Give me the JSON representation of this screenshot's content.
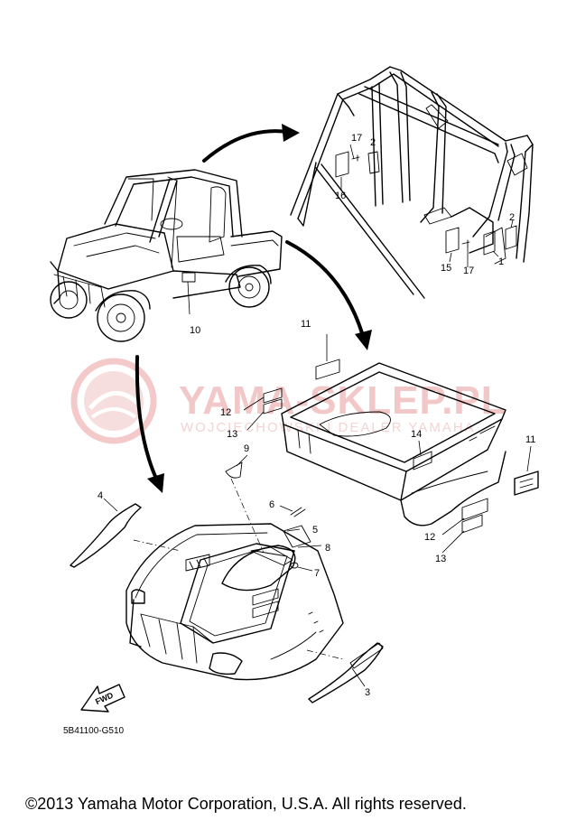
{
  "watermark": {
    "title": "YAMA-SKLEP.PL",
    "subtitle": "WOJCIECHOWSKI I DEALER YAMAHA"
  },
  "callouts": {
    "c1": "1",
    "c2a": "2",
    "c2b": "2",
    "c3": "3",
    "c4": "4",
    "c5": "5",
    "c6": "6",
    "c7": "7",
    "c8": "8",
    "c9": "9",
    "c10": "10",
    "c11a": "11",
    "c11b": "11",
    "c12a": "12",
    "c12b": "12",
    "c13a": "13",
    "c13b": "13",
    "c14": "14",
    "c15": "15",
    "c16": "16",
    "c17a": "17",
    "c17b": "17"
  },
  "fwd_label": "FWD",
  "diagram_code": "5B41100-G510",
  "copyright": "©2013 Yamaha Motor Corporation, U.S.A. All rights reserved.",
  "colors": {
    "line": "#000000",
    "watermark": "#f2c7c7",
    "background": "#ffffff"
  }
}
